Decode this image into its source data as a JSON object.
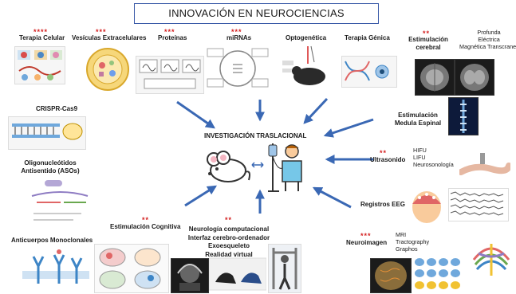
{
  "title": "INNOVACIÓN EN NEUROCIENCIAS",
  "center": {
    "label": "INVESTIGACIÓN TRASLACIONAL"
  },
  "top_items": [
    {
      "id": "terapia-celular",
      "label": "Terapia Celular",
      "stars": "****"
    },
    {
      "id": "vesiculas",
      "label": "Vesículas Extracelulares",
      "stars": "***"
    },
    {
      "id": "proteinas",
      "label": "Proteínas",
      "stars": "***"
    },
    {
      "id": "mirnas",
      "label": "miRNAs",
      "stars": "***"
    },
    {
      "id": "optogenetica",
      "label": "Optogenética",
      "stars": ""
    },
    {
      "id": "terapia-genica",
      "label": "Terapia Génica",
      "stars": ""
    },
    {
      "id": "estimulacion-cerebral",
      "label": "Estimulación cerebral",
      "stars": "**"
    }
  ],
  "estim_cerebral_types": [
    "Profunda",
    "Eléctrica",
    "Magnética Transcraneal"
  ],
  "left_items": {
    "crispr": "CRISPR-Cas9",
    "aso": "Oligonucleótidos Antisentido (ASOs)",
    "anticuerpos": "Anticuerpos Monoclonales"
  },
  "right_items": {
    "medula": "Estimulación Medula Espinal",
    "ultrasonido": {
      "label": "Ultrasonido",
      "stars": "**",
      "types": [
        "HIFU",
        "LIFU",
        "Neurosonología"
      ]
    },
    "eeg": "Registros EEG",
    "neuroimagen": {
      "label": "Neuroimagen",
      "stars": "***",
      "types": [
        "MRI",
        "Tractography",
        "Graphos"
      ]
    }
  },
  "bottom_items": {
    "cognitiva": {
      "label": "Estimulación Cognitiva",
      "stars": "**"
    },
    "neuro_comp": {
      "stars": "**",
      "lines": [
        "Neurología computacional",
        "Interfaz cerebro-ordenador",
        "Exoesqueleto",
        "Realidad virtual"
      ]
    }
  },
  "colors": {
    "arrow": "#3a68b4",
    "star": "#d42020",
    "title_border": "#3a5aa8"
  }
}
